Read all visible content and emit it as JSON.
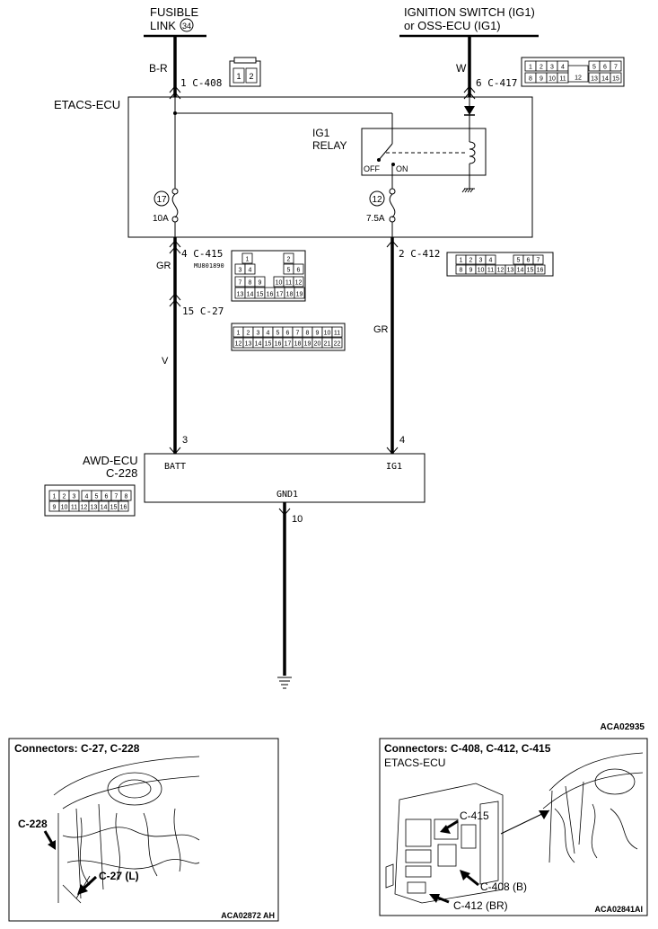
{
  "diagram": {
    "fusible_link": {
      "line1": "FUSIBLE",
      "line2": "LINK",
      "number": "34"
    },
    "ignition": {
      "line1": "IGNITION SWITCH (IG1)",
      "line2": "or OSS-ECU (IG1)"
    },
    "wire_br": "B-R",
    "wire_w": "W",
    "wire_gr_left": "GR",
    "wire_gr_right": "GR",
    "wire_v": "V",
    "pin_c408": "1  C-408",
    "pin_c417": "6  C-417",
    "etacs_title": "ETACS-ECU",
    "relay": {
      "line1": "IG1",
      "line2": "RELAY",
      "off": "OFF",
      "on": "ON"
    },
    "fuse_left": {
      "num": "17",
      "rating": "10A"
    },
    "fuse_right": {
      "num": "12",
      "rating": "7.5A"
    },
    "pin_c415": "4  C-415",
    "c415_code": "MU801890",
    "pin_c412": "2  C-412",
    "pin_c27": "15   C-27",
    "pin_batt_num": "3",
    "pin_ig1_num": "4",
    "awd_title": "AWD-ECU",
    "awd_code": "C-228",
    "batt_label": "BATT",
    "ig1_label": "IG1",
    "gnd_label": "GND1",
    "gnd_pin": "10",
    "fig_code_top": "ACA02935",
    "c408_cells": [
      "1",
      "2"
    ],
    "c417_cells": {
      "row1": [
        "1",
        "2",
        "3",
        "4",
        "",
        "5",
        "6",
        "7"
      ],
      "row2": [
        "8",
        "9",
        "10",
        "11",
        "12",
        "13",
        "14",
        "15"
      ]
    },
    "c415_cells": {
      "r1": [
        "1",
        "2"
      ],
      "r2": [
        "3",
        "4",
        "5",
        "6"
      ],
      "r3": [
        "7",
        "8",
        "9",
        "10",
        "11",
        "12"
      ],
      "r4": [
        "13",
        "14",
        "15",
        "16",
        "17",
        "18",
        "19"
      ]
    },
    "c412_cells": {
      "row1": [
        "1",
        "2",
        "3",
        "4",
        "5",
        "6",
        "7"
      ],
      "row2": [
        "8",
        "9",
        "10",
        "11",
        "12",
        "13",
        "14",
        "15",
        "16"
      ]
    },
    "c27_cells": {
      "row1": [
        "1",
        "2",
        "3",
        "4",
        "5",
        "6",
        "7",
        "8",
        "9",
        "10",
        "11"
      ],
      "row2": [
        "12",
        "13",
        "14",
        "15",
        "16",
        "17",
        "18",
        "19",
        "20",
        "21",
        "22"
      ]
    },
    "c228_cells": {
      "row1": [
        "1",
        "2",
        "3",
        "4",
        "5",
        "6",
        "7",
        "8"
      ],
      "row2": [
        "9",
        "10",
        "11",
        "12",
        "13",
        "14",
        "15",
        "16"
      ]
    }
  },
  "panels": {
    "left": {
      "title": "Connectors: C-27, C-228",
      "label_c228": "C-228",
      "label_c27": "C-27 (L)",
      "code": "ACA02872 AH"
    },
    "right": {
      "title": "Connectors: C-408, C-412, C-415",
      "subtitle": "ETACS-ECU",
      "label_c415": "C-415",
      "label_c408": "C-408 (B)",
      "label_c412": "C-412 (BR)",
      "code": "ACA02841AI"
    }
  }
}
